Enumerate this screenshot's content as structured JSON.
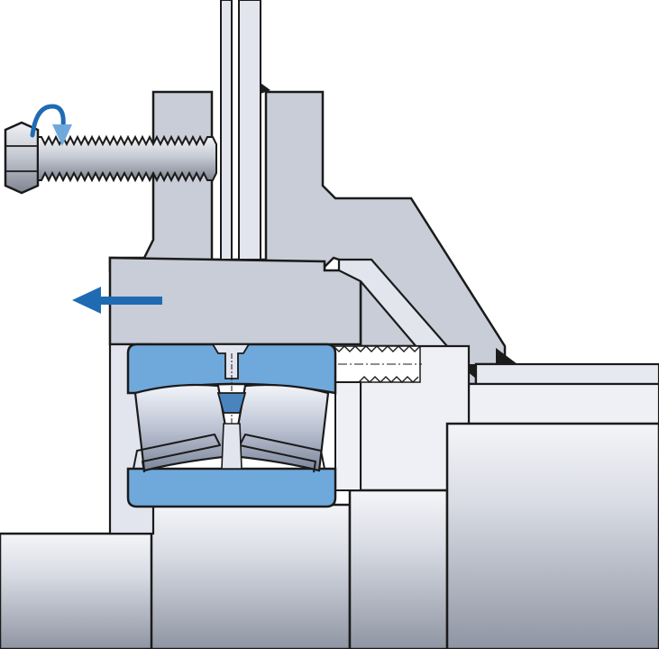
{
  "figure": {
    "kind": "mechanical-cross-section",
    "components": [
      {
        "id": "hex-bolt",
        "icon": "hex-bolt-icon"
      },
      {
        "id": "bolt-rotation-arrow",
        "icon": "rotate-arrow-icon"
      },
      {
        "id": "axial-push-arrow",
        "icon": "arrow-left-icon"
      },
      {
        "id": "housing",
        "icon": "housing-icon"
      },
      {
        "id": "spherical-roller-bearing",
        "icon": "bearing-icon"
      },
      {
        "id": "adapter-sleeve-thread",
        "icon": "thread-icon"
      },
      {
        "id": "shaft",
        "icon": "shaft-icon"
      }
    ]
  },
  "colors": {
    "housing": "#cdd0da",
    "housing_face": "#bfc4cf",
    "outline": "#1b1b1b",
    "bearing_blue": "#6fa9dc",
    "bearing_dark": "#4a84bf",
    "roller_light": "#e8ecf4",
    "roller_dark": "#8d95a8",
    "shaft_light": "#f1f2f6",
    "shaft_dark": "#9aa0ad",
    "arrow_blue": "#1f6bb3",
    "rotate_blue": "#5aa0db",
    "bolt_light": "#e6e8ee",
    "bolt_dark": "#8a8f9b",
    "cover_light": "#e2e5ee"
  }
}
